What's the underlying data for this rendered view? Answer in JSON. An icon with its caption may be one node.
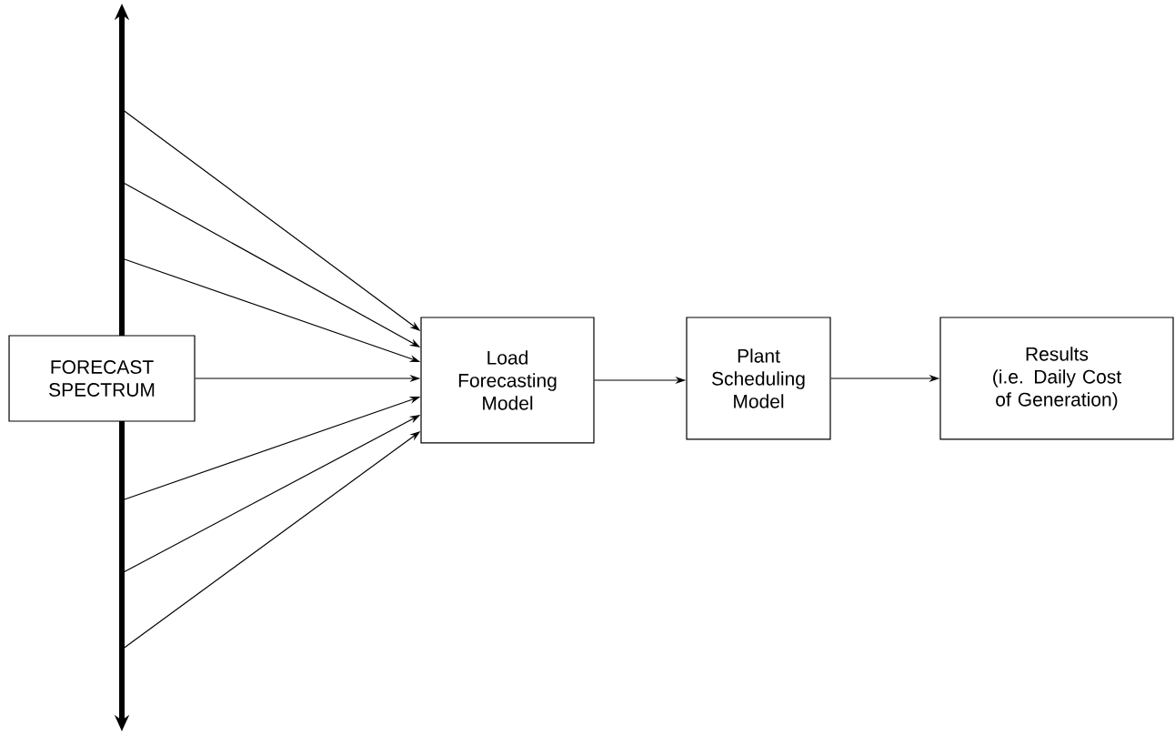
{
  "diagram": {
    "nodes": [
      {
        "text": [],
        "shape": "bar"
      },
      {
        "text": [
          "FORECAST SPECTRUM"
        ]
      },
      {
        "text": [
          "Load Forecasting Model"
        ]
      },
      {
        "text": [
          "Plant Scheduling Model"
        ]
      },
      {
        "text": [
          "Results",
          "(i.e. Daily Cost of Generation)"
        ]
      }
    ],
    "edges": [
      {
        "from": 0,
        "to": 2,
        "arrow": "to"
      },
      {
        "from": 0,
        "to": 2,
        "arrow": "to"
      },
      {
        "from": 0,
        "to": 2,
        "arrow": "to"
      },
      {
        "from": 1,
        "to": 2,
        "arrow": "to"
      },
      {
        "from": 0,
        "to": 2,
        "arrow": "to"
      },
      {
        "from": 0,
        "to": 2,
        "arrow": "to"
      },
      {
        "from": 0,
        "to": 2,
        "arrow": "to"
      },
      {
        "from": 2,
        "to": 3,
        "arrow": "to"
      },
      {
        "from": 3,
        "to": 4,
        "arrow": "to"
      }
    ]
  }
}
